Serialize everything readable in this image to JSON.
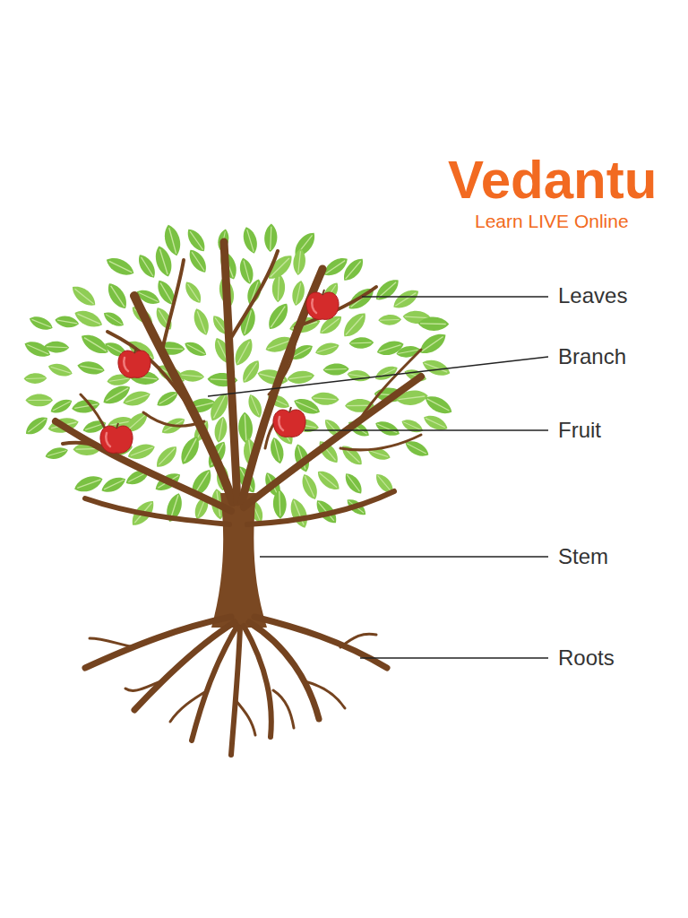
{
  "diagram": {
    "labels": [
      "Vedantu",
      "Learn LIVE Online",
      "Leaves",
      "Branch",
      "Fruit",
      "Stem",
      "Roots"
    ]
  }
}
